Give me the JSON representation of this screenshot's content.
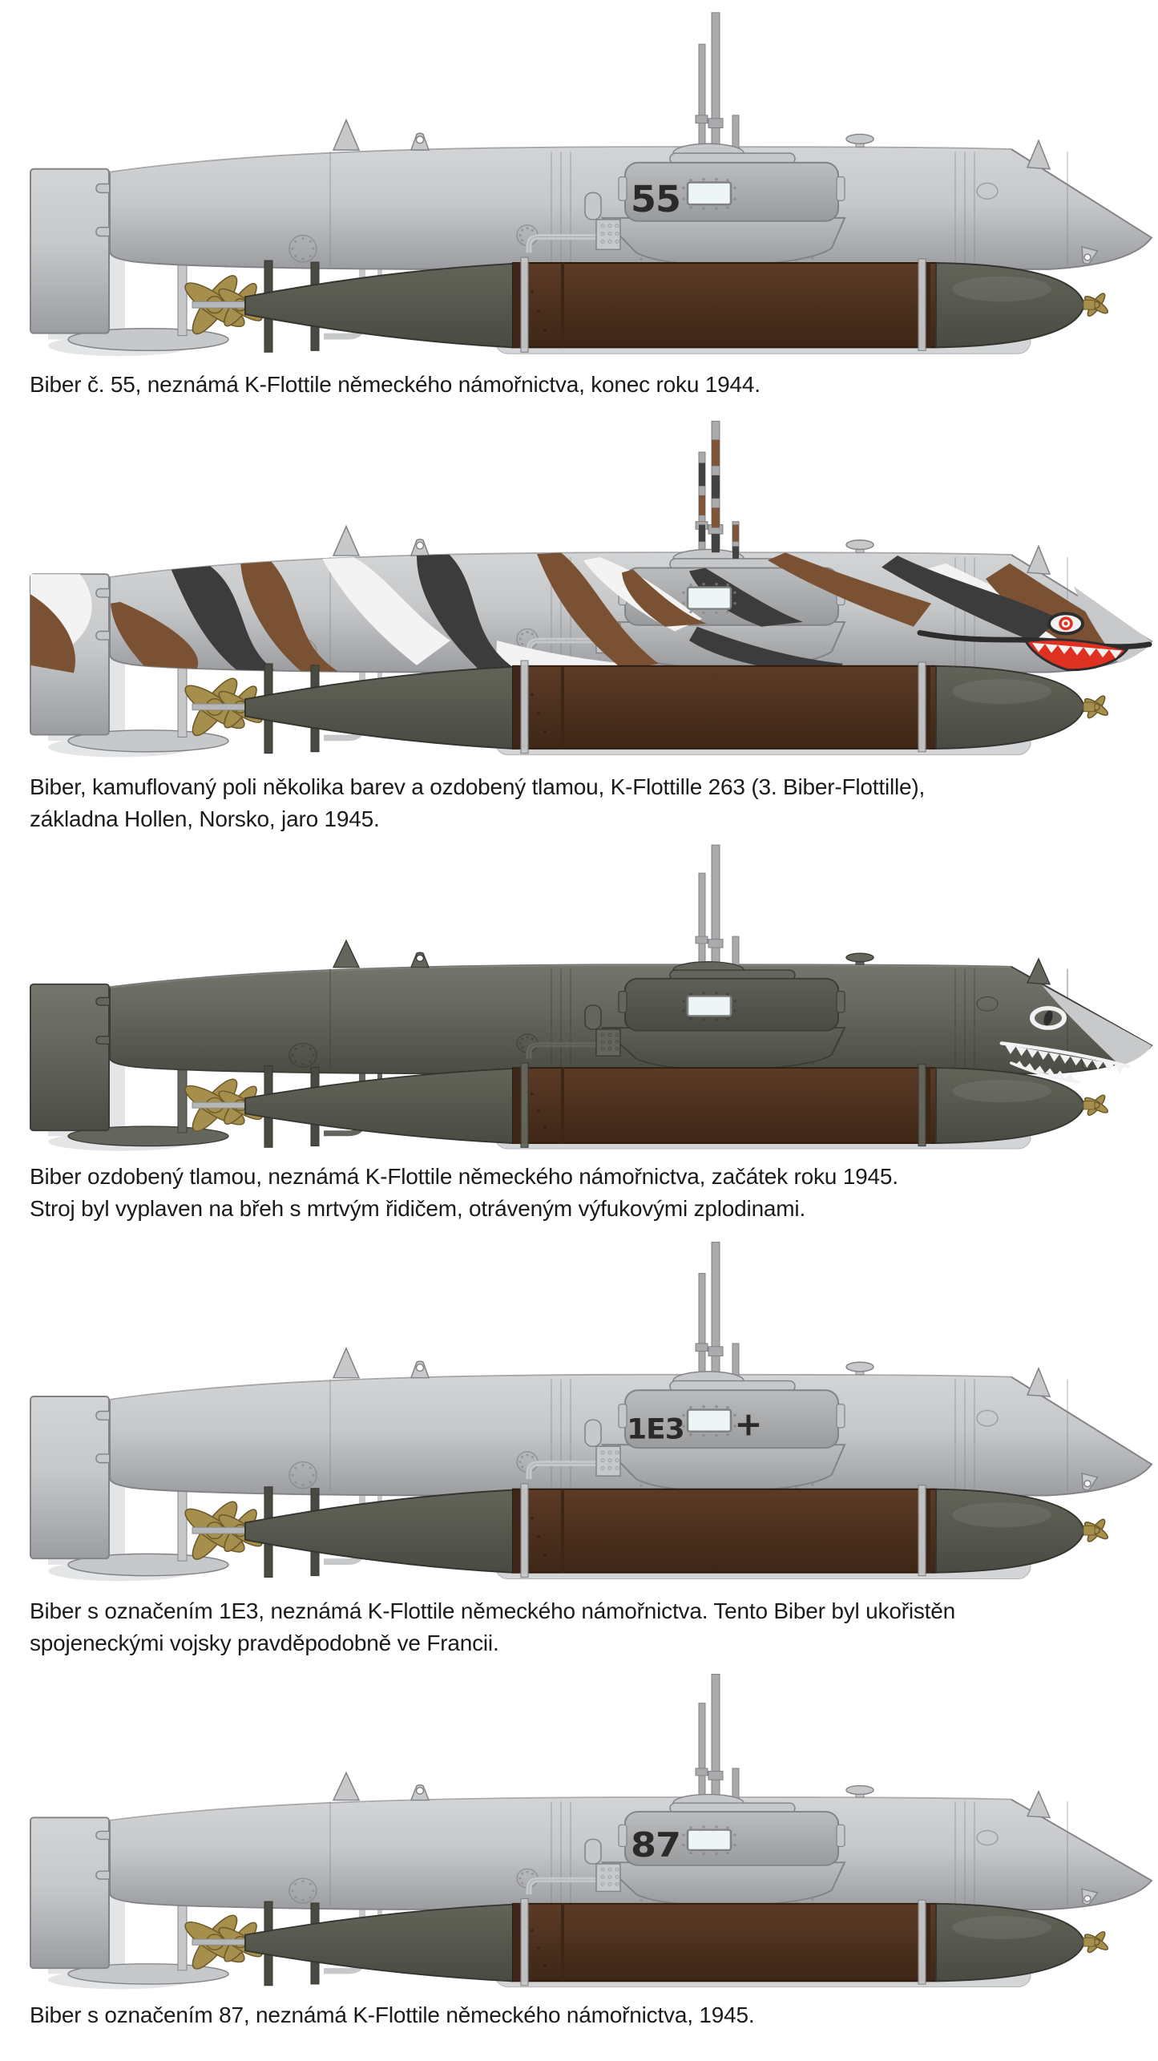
{
  "page": {
    "background": "#ffffff",
    "type": "color-profile-plate",
    "subject": "Biber midget submarine profiles"
  },
  "colors": {
    "hull_light": "#c6c8ca",
    "hull_light_top": "#d2d4d6",
    "hull_light_low": "#9b9da0",
    "hull_light_line": "#818386",
    "hull_dark": "#64665d",
    "hull_dark_top": "#74766c",
    "hull_dark_low": "#4b4d45",
    "hull_dark_line": "#3a3c36",
    "under_strip": "#d3d5d7",
    "tower_light": "#babcbe",
    "tower_light_low": "#999b9d",
    "tower_dark": "#5e6057",
    "tower_dark_low": "#4a4c44",
    "torpedo_nose": "#636459",
    "torpedo_nose_low": "#494a42",
    "torpedo_nose_line": "#34352f",
    "torpedo_body": "#5c3b26",
    "torpedo_body_low": "#3e2616",
    "torpedo_body_line": "#2c1b0e",
    "brass": "#a68e4c",
    "brass_dark": "#6c592a",
    "window": "#eef5f5",
    "marking": "#2a2a2a",
    "camo_white": "#f3f3f3",
    "camo_brown": "#7b5133",
    "camo_dark": "#3c3c3c",
    "mouth_red": "#df3122",
    "mouth_outline": "#2d2d2d",
    "teeth_white": "#f2f2f2",
    "nose_silver": "#c7c9cb",
    "mast": "#a8aaac",
    "mast_line": "#7e8083"
  },
  "subs": [
    {
      "name": "Biber 55",
      "scheme": "light",
      "tower_marking": "55",
      "tower_marking_suffix": "",
      "shark_mouth": "none",
      "caption": [
        "Biber č. 55, neznámá K-Flottile německého námořnictva, konec roku 1944."
      ]
    },
    {
      "name": "Biber camouflaged K-Flottille 263",
      "scheme": "camo",
      "tower_marking": "",
      "tower_marking_suffix": "",
      "shark_mouth": "red",
      "caption": [
        "Biber, kamuflovaný poli několika barev a ozdobený tlamou, K-Flottille 263 (3. Biber-Flottille),",
        "základna Hollen, Norsko, jaro 1945."
      ]
    },
    {
      "name": "Biber with shark mouth",
      "scheme": "dark",
      "tower_marking": "",
      "tower_marking_suffix": "",
      "shark_mouth": "gray",
      "caption": [
        "Biber ozdobený tlamou, neznámá K-Flottile německého námořnictva, začátek roku 1945.",
        "Stroj byl vyplaven na břeh s mrtvým řidičem, otráveným výfukovými zplodinami."
      ]
    },
    {
      "name": "Biber 1E3",
      "scheme": "light",
      "tower_marking": "1E3",
      "tower_marking_suffix": "+",
      "shark_mouth": "none",
      "caption": [
        "Biber s označením 1E3, neznámá K-Flottile německého námořnictva. Tento Biber byl ukořistěn",
        "spojeneckými vojsky pravděpodobně ve Francii."
      ]
    },
    {
      "name": "Biber 87",
      "scheme": "light",
      "tower_marking": "87",
      "tower_marking_suffix": "",
      "shark_mouth": "none",
      "caption": [
        "Biber s označením 87, neznámá K-Flottile německého námořnictva, 1945."
      ]
    }
  ]
}
